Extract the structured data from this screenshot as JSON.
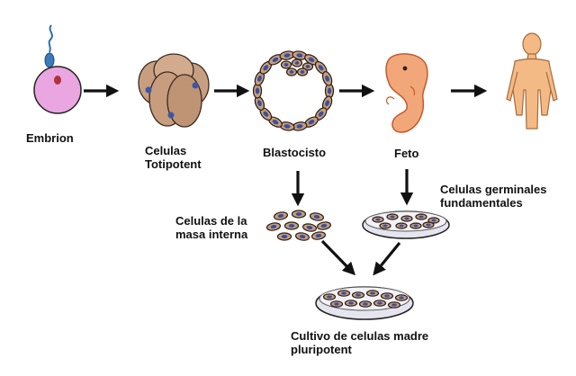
{
  "stages": {
    "embryo": "Embrion",
    "totipotent": [
      "Celulas",
      "Totipotent"
    ],
    "blastocyst": "Blastocisto",
    "fetus": "Feto"
  },
  "sources": {
    "inner_mass": [
      "Celulas de la",
      "masa interna"
    ],
    "germinal": [
      "Celulas germinales",
      "fundamentales"
    ]
  },
  "result": [
    "Cultivo de celulas madre",
    "pluripotent"
  ],
  "colors": {
    "egg": "#e9a6e0",
    "cell": "#c79f80",
    "fetus": "#f2a77a",
    "skin": "#f3ba86",
    "arrow": "#111111"
  }
}
